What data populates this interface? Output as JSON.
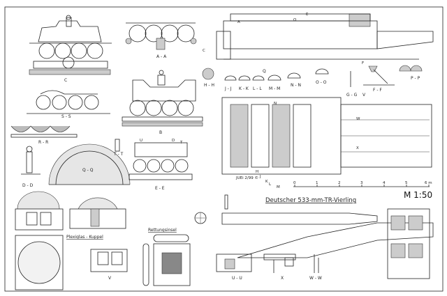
{
  "drawing": {
    "title": "Deutscher 533-mm-TR-Vierling",
    "scale": "M 1:50",
    "signature": "JUEi 2/99 ©",
    "scale_bar": {
      "ticks": [
        "0",
        "1",
        "2",
        "3",
        "4",
        "5",
        "6 m"
      ]
    },
    "section_labels": {
      "aa": "A - A",
      "c": "C",
      "ss": "S - S",
      "rr": "R - R",
      "b": "B",
      "qq": "Q - Q",
      "dd": "D - D",
      "tt": "T - T",
      "ee": "E - E",
      "hh": "H - H",
      "jj": "J - J",
      "kk": "K - K",
      "ll": "L - L",
      "mm": "M - M",
      "nn": "N - N",
      "oo": "O - O",
      "gg": "G - G",
      "ff": "F - F",
      "pp": "P - P",
      "q": "Q",
      "v": "V",
      "uu": "U - U",
      "x": "X",
      "ww": "W - W",
      "v2": "V",
      "a": "A",
      "e": "E",
      "f": "F",
      "o": "O",
      "d": "D",
      "u": "U",
      "t": "T",
      "n": "N",
      "h": "H",
      "j": "J",
      "k": "K",
      "l": "L",
      "m": "M",
      "w": "W"
    },
    "captions": {
      "plexiglas": "Plexiglas - Kuppel",
      "rettungsinsel": "Rettungsinsel"
    }
  }
}
